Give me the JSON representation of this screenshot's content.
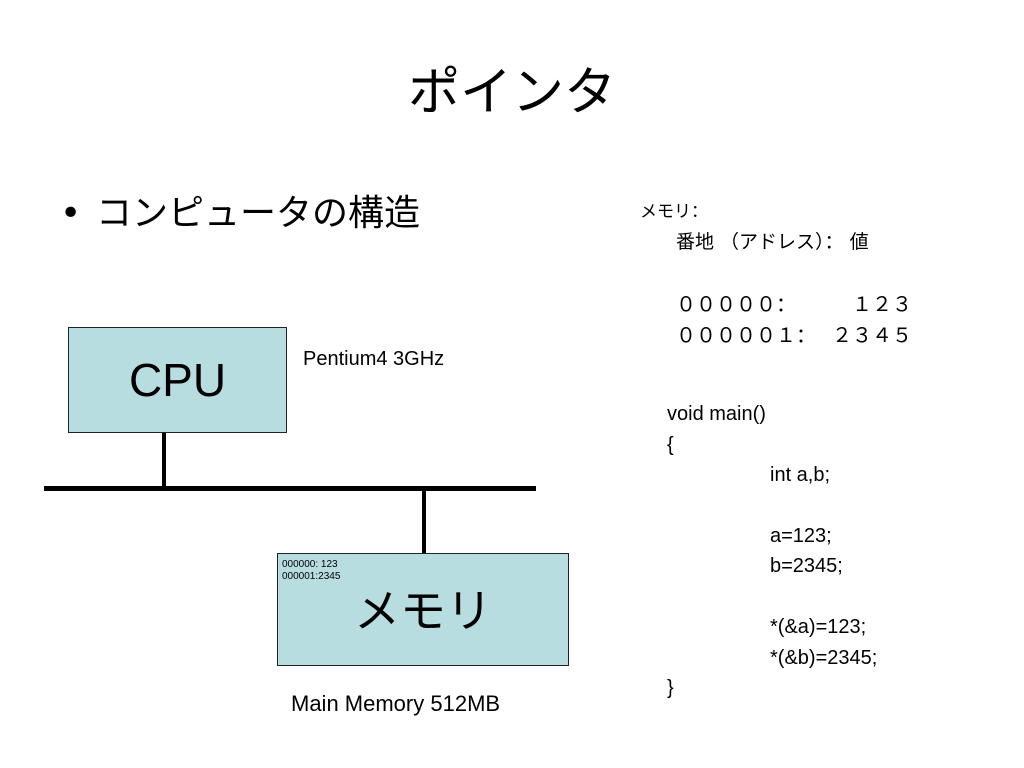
{
  "slide": {
    "title": "ポインタ",
    "bullet": "コンピュータの構造",
    "bullet_marker": "•"
  },
  "diagram": {
    "cpu_label": "CPU",
    "cpu_caption": "Pentium4 3GHz",
    "memory_label": "メモリ",
    "memory_mini_lines": [
      "000000: 123",
      "000001:2345"
    ],
    "memory_caption": "Main Memory 512MB"
  },
  "memory_table": {
    "heading": "メモリ：",
    "columns": "番地 （アドレス）： 値",
    "rows": [
      {
        "address": "０００００：",
        "value": "１２３"
      },
      {
        "address": "０００００１：",
        "value": "２３４５"
      }
    ]
  },
  "code": {
    "lines": [
      "void main()",
      "{",
      "int a,b;",
      "",
      "a=123;",
      "b=2345;",
      "",
      "*(&a)=123;",
      "*(&b)=2345;",
      "}"
    ]
  }
}
